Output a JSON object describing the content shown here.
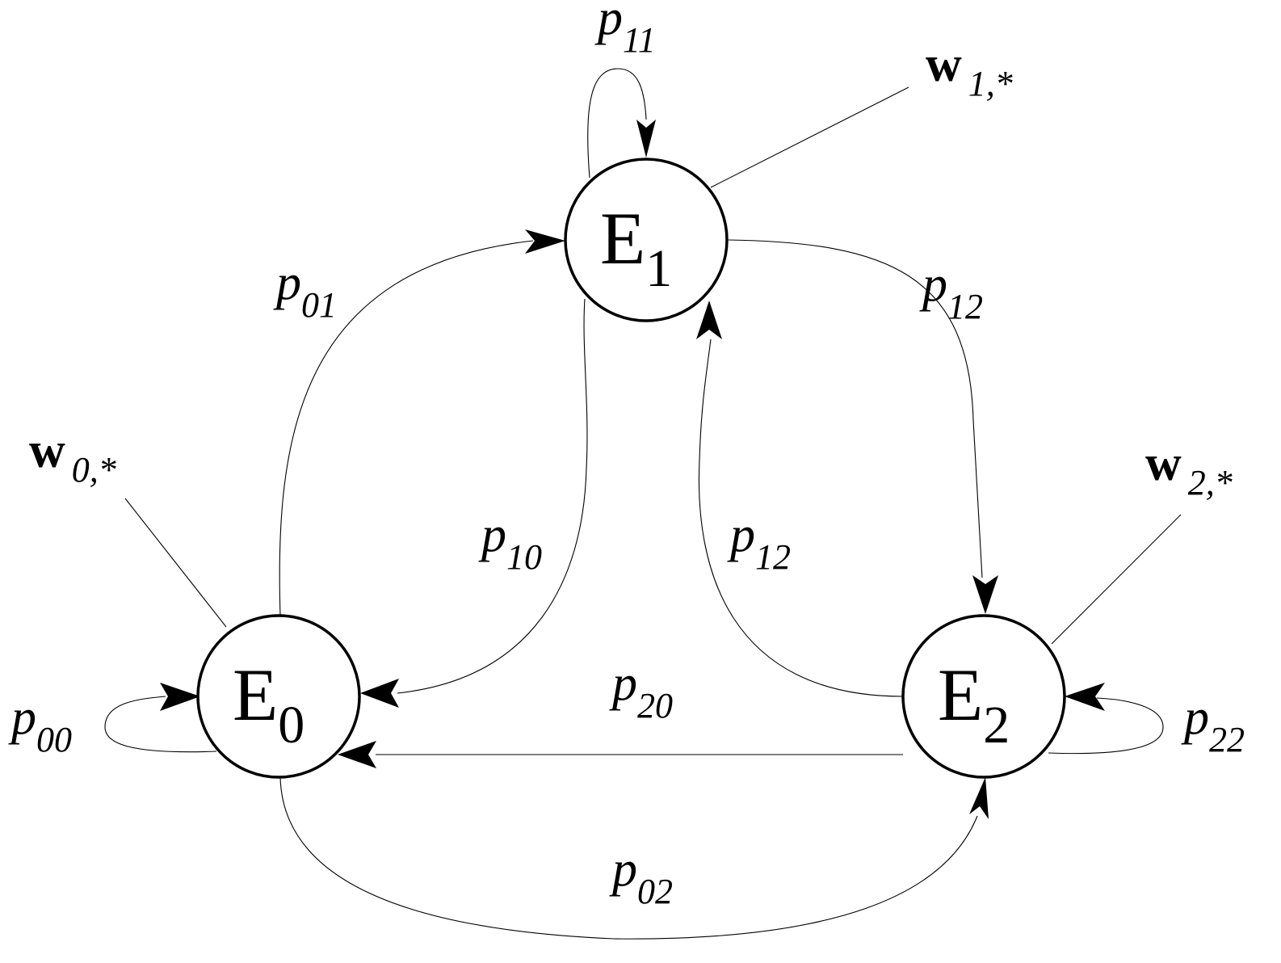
{
  "nodes": {
    "e0": {
      "main": "E",
      "sub": "0"
    },
    "e1": {
      "main": "E",
      "sub": "1"
    },
    "e2": {
      "main": "E",
      "sub": "2"
    }
  },
  "edge_labels": {
    "p11": {
      "main": "p",
      "sub": "11"
    },
    "p01": {
      "main": "p",
      "sub": "01"
    },
    "p12_top": {
      "main": "p",
      "sub": "12"
    },
    "p10": {
      "main": "p",
      "sub": "10"
    },
    "p12_mid": {
      "main": "p",
      "sub": "12"
    },
    "p20": {
      "main": "p",
      "sub": "20"
    },
    "p00": {
      "main": "p",
      "sub": "00"
    },
    "p22": {
      "main": "p",
      "sub": "22"
    },
    "p02": {
      "main": "p",
      "sub": "02"
    }
  },
  "weights": {
    "w0": {
      "main": "w",
      "sub": "0,*"
    },
    "w1": {
      "main": "w",
      "sub": "1,*"
    },
    "w2": {
      "main": "w",
      "sub": "2,*"
    }
  }
}
